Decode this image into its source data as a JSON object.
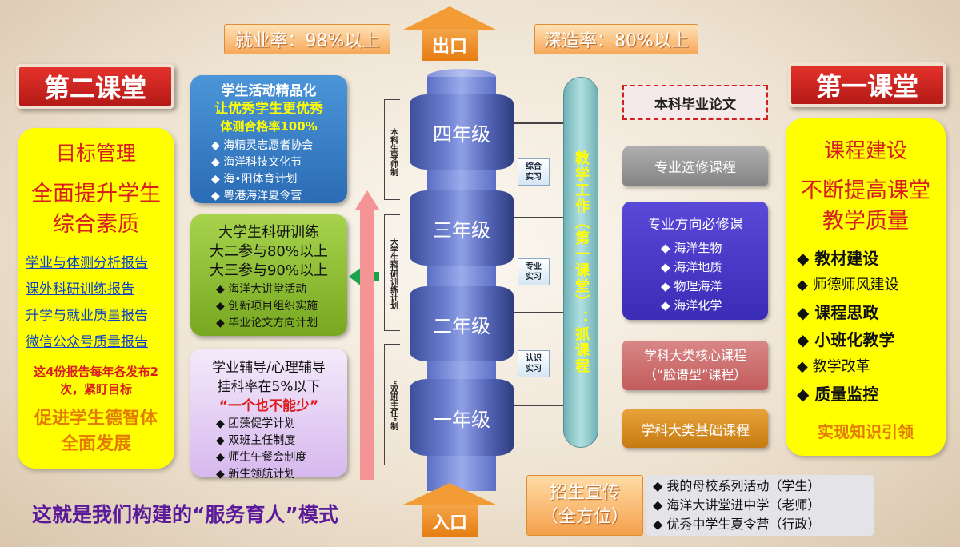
{
  "top": {
    "employment_rate": "就业率：98%以上",
    "exit_label": "出口",
    "further_study_rate": "深造率：80%以上"
  },
  "left_title": "第二课堂",
  "right_title": "第一课堂",
  "left_panel": {
    "heading": "目标管理",
    "subheading": "全面提升学生综合素质",
    "reports": [
      "学业与体测分析报告",
      "课外科研训练报告",
      "升学与就业质量报告",
      "微信公众号质量报告"
    ],
    "note": "这4份报告每年各发布2次，紧盯目标",
    "slogan": "促进学生德智体全面发展"
  },
  "activity_box": {
    "title": "学生活动精品化",
    "subtitle": "让优秀学生更优秀",
    "metric": "体测合格率100%",
    "items": [
      "海精灵志愿者协会",
      "海洋科技文化节",
      "海•阳体育计划",
      "粤港海洋夏令营"
    ]
  },
  "research_box": {
    "title": "大学生科研训练",
    "line1": "大二参与80%以上",
    "line2": "大三参与90%以上",
    "items": [
      "海洋大讲堂活动",
      "创新项目组织实施",
      "毕业论文方向计划"
    ]
  },
  "tutoring_box": {
    "title": "学业辅导/心理辅导",
    "line1": "挂科率在5%以下",
    "slogan": "“一个也不能少”",
    "items": [
      "团藻促学计划",
      "双班主任制度",
      "师生午餐会制度",
      "新生领航计划"
    ]
  },
  "vertical_labels": [
    "本科生导师制",
    "大学生科研训练计划",
    "“双班主任”制"
  ],
  "grades": [
    "四年级",
    "三年级",
    "二年级",
    "一年级"
  ],
  "practice_tags": [
    "综合实习",
    "专业实习",
    "认识实习"
  ],
  "teaching_column": "教学工作（第一课堂）：抓课程",
  "right_column": {
    "thesis": "本科毕业论文",
    "elective": "专业选修课程",
    "required_title": "专业方向必修课",
    "required_items": [
      "海洋生物",
      "海洋地质",
      "物理海洋",
      "海洋化学"
    ],
    "core": "学科大类核心课程（“脸谱型”课程）",
    "core_line1": "学科大类核心课程",
    "core_line2": "（“脸谱型”课程）",
    "basic": "学科大类基础课程"
  },
  "right_panel": {
    "heading": "课程建设",
    "subheading": "不断提高课堂教学质量",
    "items": [
      "教材建设",
      "师德师风建设",
      "课程思政",
      "小班化教学",
      "教学改革",
      "质量监控"
    ],
    "slogan": "实现知识引领"
  },
  "bottom": {
    "caption": "这就是我们构建的“服务育人”模式",
    "entry_label": "入口",
    "recruit_line1": "招生宣传",
    "recruit_line2": "（全方位）",
    "recruit_items": [
      "我的母校系列活动（学生）",
      "海洋大讲堂进中学（老师）",
      "优秀中学生夏令营（行政）"
    ]
  },
  "colors": {
    "title_red": "#c9201c",
    "panel_yellow": "#ffff00",
    "cylinder_blue": "#5566b8",
    "teal_column": "#8fc6c9"
  }
}
